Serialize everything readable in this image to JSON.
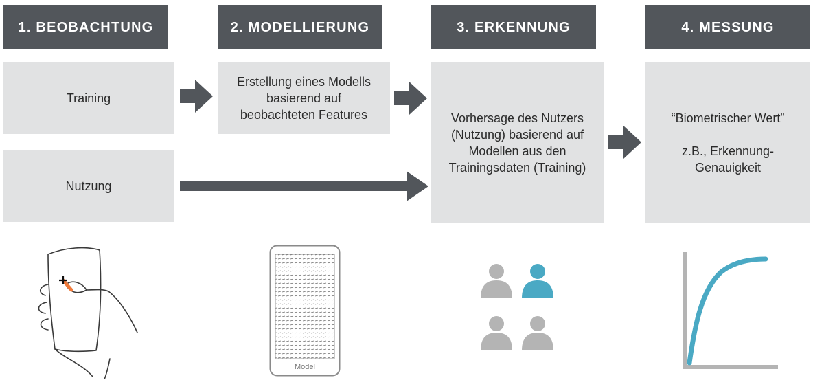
{
  "headers": [
    "1. BEOBACHTUNG",
    "2. MODELLIERUNG",
    "3. ERKENNUNG",
    "4. MESSUNG"
  ],
  "boxes": {
    "training": "Training",
    "nutzung": "Nutzung",
    "modellierung": [
      "Erstellung eines Modells",
      "basierend auf",
      "beobachteten Features"
    ],
    "erkennung": [
      "Vorhersage des Nutzers",
      "(Nutzung) basierend auf",
      "Modellen aus den",
      "Trainingsdaten (Training)"
    ],
    "messung_title": "“Biometrischer Wert”",
    "messung_detail": [
      "z.B., Erkennung-",
      "Genauigkeit"
    ]
  },
  "phone_model_label": "Model",
  "colors": {
    "header_bg": "#52565b",
    "box_bg": "#e1e2e3",
    "arrow": "#52565b",
    "accent_blue": "#4aa9c4",
    "user_gray": "#b4b4b4",
    "touch_orange": "#f07a3a"
  },
  "icons": [
    "hand-phone-touch-icon",
    "phone-vector-field-icon",
    "users-group-icon",
    "growth-curve-icon"
  ]
}
